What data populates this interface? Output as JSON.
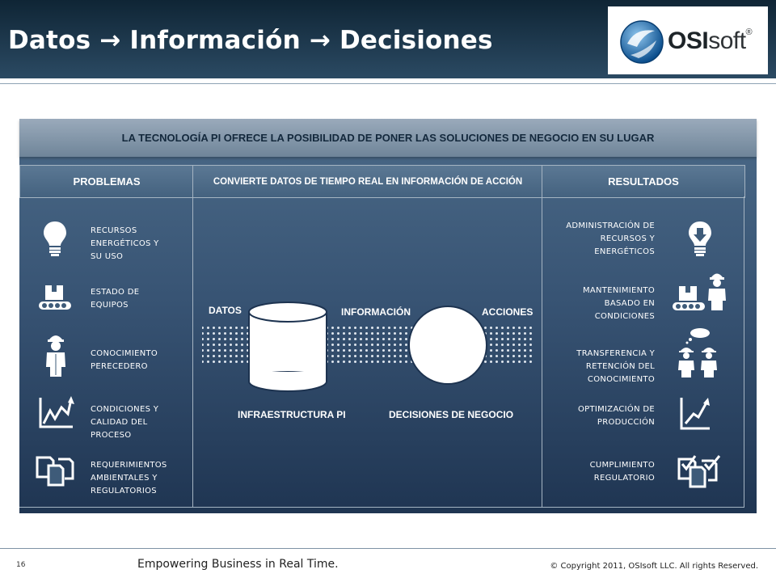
{
  "header": {
    "title": "Datos → Información → Decisiones",
    "logo": {
      "bold": "OSI",
      "light": "soft",
      "reg": "®"
    }
  },
  "banner": "LA TECNOLOGÍA  PI OFRECE  LA  POSIBILIDAD  DE  PONER LAS SOLUCIONES DE NEGOCIO EN SU LUGAR",
  "columns": {
    "left": "PROBLEMAS",
    "middle": "CONVIERTE DATOS DE TIEMPO REAL EN INFORMACIÓN DE ACCIÓN",
    "right": "RESULTADOS"
  },
  "problems": [
    {
      "icon": "lightbulb-icon",
      "text": "RECURSOS\nENERGÉTICOS Y\nSU USO"
    },
    {
      "icon": "conveyor-icon",
      "text": "ESTADO DE\nEQUIPOS"
    },
    {
      "icon": "worker-icon",
      "text": "CONOCIMIENTO\nPERECEDERO"
    },
    {
      "icon": "trend-chart-icon",
      "text": "CONDICIONES Y\nCALIDAD DEL\nPROCESO"
    },
    {
      "icon": "documents-icon",
      "text": "REQUERIMIENTOS\nAMBIENTALES Y\nREGULATORIOS"
    }
  ],
  "results": [
    {
      "icon": "lightbulb-down-icon",
      "text": "ADMINISTRACIÓN DE\nRECURSOS Y\nENERGÉTICOS"
    },
    {
      "icon": "conveyor-worker-icon",
      "text": "MANTENIMIENTO\nBASADO EN\nCONDICIONES"
    },
    {
      "icon": "knowledge-transfer-icon",
      "text": "TRANSFERENCIA Y\nRETENCIÓN DEL\nCONOCIMIENTO"
    },
    {
      "icon": "growth-chart-icon",
      "text": "OPTIMIZACIÓN DE\nPRODUCCIÓN"
    },
    {
      "icon": "checked-documents-icon",
      "text": "CUMPLIMIENTO\nREGULATORIO"
    }
  ],
  "diagram": {
    "datos": "DATOS",
    "informacion": "INFORMACIÓN",
    "acciones": "ACCIONES",
    "infra": "INFRAESTRUCTURA PI",
    "decisiones": "DECISIONES DE NEGOCIO"
  },
  "footer": {
    "page": "16",
    "tagline": "Empowering Business in Real Time.",
    "copyright": "© Copyright 2011, OSIsoft LLC.  All rights Reserved."
  }
}
